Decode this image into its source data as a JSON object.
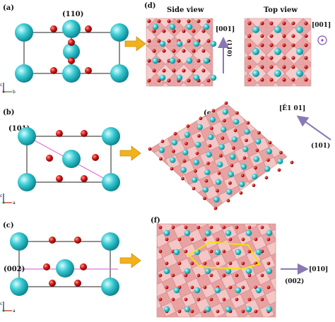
{
  "panels": {
    "a": {
      "letter": "(a)",
      "plane": "(110)"
    },
    "b": {
      "letter": "(b)",
      "plane": "(101)"
    },
    "c": {
      "letter": "(c)",
      "plane": "(002)"
    },
    "d": {
      "letter": "(d)",
      "side_title": "Side view",
      "top_title": "Top view",
      "side_dir": "[001]",
      "side_normal": "(110)",
      "top_dir": "[001]"
    },
    "e": {
      "letter": "(e)",
      "dir": "[Ē1 01]",
      "plane": "(101)"
    },
    "f": {
      "letter": "(f)",
      "plane": "(002)",
      "dir": "[010]"
    }
  },
  "axes": {
    "a": {
      "v": "c",
      "h": "b"
    },
    "b": {
      "v": "c",
      "h": "a"
    },
    "c": {
      "v": "c",
      "h": "a"
    }
  },
  "colors": {
    "ti_atom": "#2ec7cf",
    "o_atom": "#d21818",
    "octahedron": "#f2b3b3",
    "arrow_fill": "#f2b21a",
    "direction_arrow": "#8a78b5",
    "plane_line": "#e070e0",
    "highlight": "#f3e600"
  },
  "icons": [
    "right-arrow-icon",
    "direction-arrow-icon",
    "out-of-plane-icon",
    "axis-triad-icon"
  ]
}
